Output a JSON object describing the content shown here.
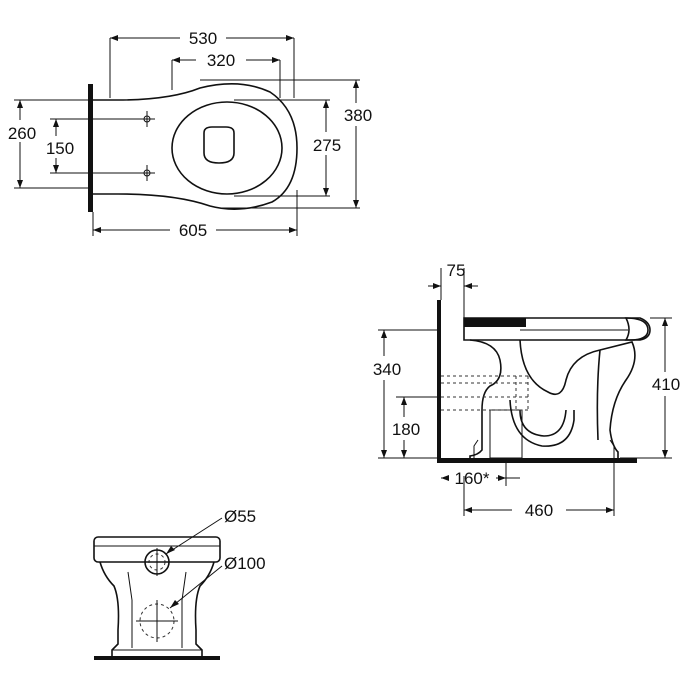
{
  "colors": {
    "ink": "#111111",
    "background": "#ffffff"
  },
  "views": {
    "top": {
      "dims": {
        "overall_length_top": "530",
        "inner_length": "320",
        "overall_width": "380",
        "inner_width": "275",
        "mount_height": "260",
        "hole_spacing": "150",
        "projection": "605"
      }
    },
    "side": {
      "dims": {
        "wall_offset": "75",
        "outlet_height": "340",
        "outlet_center": "180",
        "pan_height": "410",
        "outlet_distance": "160*",
        "footprint_length": "460"
      }
    },
    "front": {
      "dims": {
        "inlet_diameter": "Ø55",
        "outlet_diameter": "Ø100"
      }
    }
  }
}
